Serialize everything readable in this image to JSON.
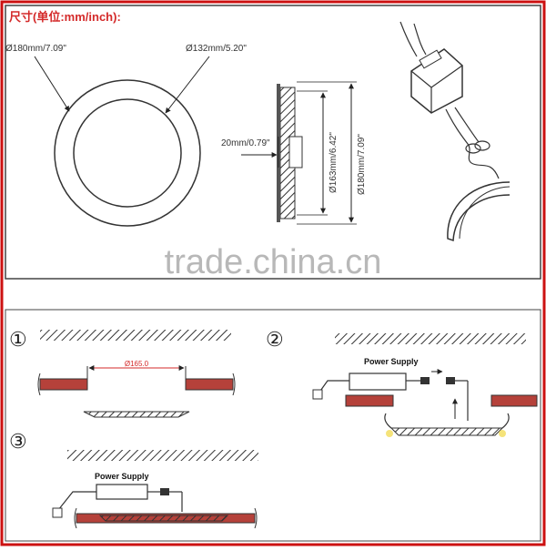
{
  "header": {
    "title": "尺寸(单位:mm/inch):"
  },
  "dimensions": {
    "outer_diameter": "Ø180mm/7.09\"",
    "cutout_diameter": "Ø132mm/5.20\"",
    "thickness": "20mm/0.79\"",
    "inner_height": "Ø163mm/6.42\"",
    "outer_height": "Ø180mm/7.09\""
  },
  "watermark": {
    "text": "trade.china.cn"
  },
  "install_steps": {
    "step1": {
      "number": "①",
      "hole_label": "Ø165.0"
    },
    "step2": {
      "number": "②",
      "power_label": "Power Supply"
    },
    "step3": {
      "number": "③",
      "power_label": "Power Supply"
    }
  },
  "colors": {
    "frame_border": "#cc1111",
    "title_red": "#d42a2a",
    "ceiling_red": "#b5413a",
    "watermark": "#b8b8b8"
  }
}
